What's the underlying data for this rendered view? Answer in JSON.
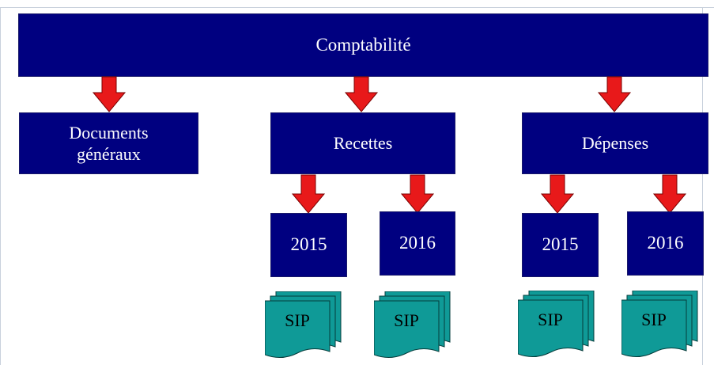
{
  "diagram": {
    "root": "Comptabilité",
    "categories": {
      "documents": "Documents\ngénéraux",
      "recettes": "Recettes",
      "depenses": "Dépenses"
    },
    "years": {
      "recettes_1": "2015",
      "recettes_2": "2016",
      "depenses_1": "2015",
      "depenses_2": "2016"
    },
    "sip_label": "SIP"
  },
  "colors": {
    "box_fill": "#000080",
    "arrow_fill": "#e8191a",
    "sip_fill": "#0f9a97"
  },
  "icons": [
    "down-arrow-icon",
    "sip-document-stack-icon"
  ]
}
